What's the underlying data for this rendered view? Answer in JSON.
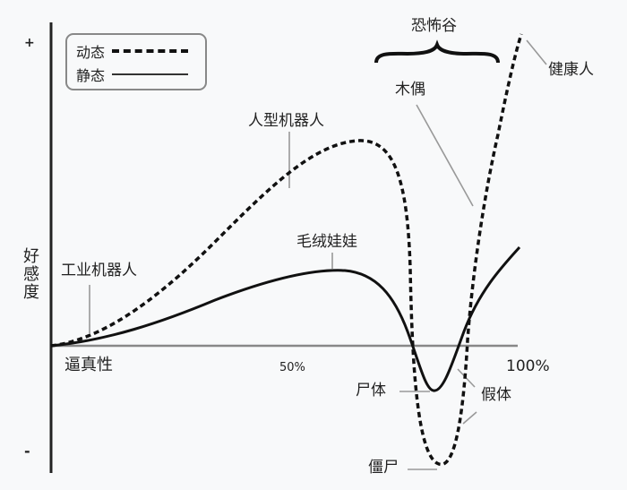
{
  "chart_data": {
    "type": "line",
    "title": "恐怖谷",
    "xlabel": "逼真性",
    "ylabel": "好感度",
    "x_ticks": [
      "50%",
      "100%"
    ],
    "y_ticks": [
      "+",
      "-"
    ],
    "xlim": [
      0,
      100
    ],
    "ylim": [
      -1,
      1
    ],
    "grid": false,
    "legend_position": "top-left",
    "legend": [
      {
        "name": "动态",
        "style": "dashed"
      },
      {
        "name": "静态",
        "style": "solid"
      }
    ],
    "series": [
      {
        "name": "动态",
        "style": "dashed",
        "x": [
          0,
          10,
          20,
          30,
          40,
          50,
          60,
          68,
          72,
          76,
          80,
          84,
          88,
          92,
          96,
          100
        ],
        "y": [
          0,
          0.03,
          0.12,
          0.3,
          0.5,
          0.68,
          0.8,
          0.75,
          0.3,
          -0.5,
          -0.88,
          -0.5,
          0.2,
          0.6,
          0.85,
          1.0
        ]
      },
      {
        "name": "静态",
        "style": "solid",
        "x": [
          0,
          10,
          20,
          30,
          40,
          50,
          60,
          68,
          72,
          76,
          80,
          84,
          88,
          92,
          96,
          100
        ],
        "y": [
          0,
          0.02,
          0.08,
          0.15,
          0.22,
          0.27,
          0.3,
          0.25,
          0.05,
          -0.2,
          -0.35,
          -0.2,
          0.05,
          0.2,
          0.3,
          0.42
        ]
      }
    ],
    "annotations": [
      {
        "text": "工业机器人",
        "series": "动态",
        "x": 8
      },
      {
        "text": "人型机器人",
        "series": "动态",
        "x": 50
      },
      {
        "text": "毛绒娃娃",
        "series": "静态",
        "x": 60
      },
      {
        "text": "木偶",
        "series": "动态",
        "x": 90
      },
      {
        "text": "健康人",
        "series": "动态",
        "x": 100
      },
      {
        "text": "尸体",
        "series": "静态",
        "x": 80
      },
      {
        "text": "僵尸",
        "series": "动态",
        "x": 80
      },
      {
        "text": "假体",
        "series": "both",
        "x": 88
      },
      {
        "text": "恐怖谷",
        "type": "brace",
        "x_range": [
          70,
          95
        ]
      }
    ]
  },
  "labels": {
    "title": "恐怖谷",
    "ylabel": "好感度",
    "xlabel": "逼真性",
    "plus": "+",
    "minus": "-",
    "tick50": "50%",
    "tick100": "100%",
    "legend_dynamic": "动态",
    "legend_static": "静态",
    "industrial": "工业机器人",
    "humanoid": "人型机器人",
    "stuffed": "毛绒娃娃",
    "puppet": "木偶",
    "healthy": "健康人",
    "corpse": "尸体",
    "zombie": "僵尸",
    "prosthetic": "假体"
  }
}
